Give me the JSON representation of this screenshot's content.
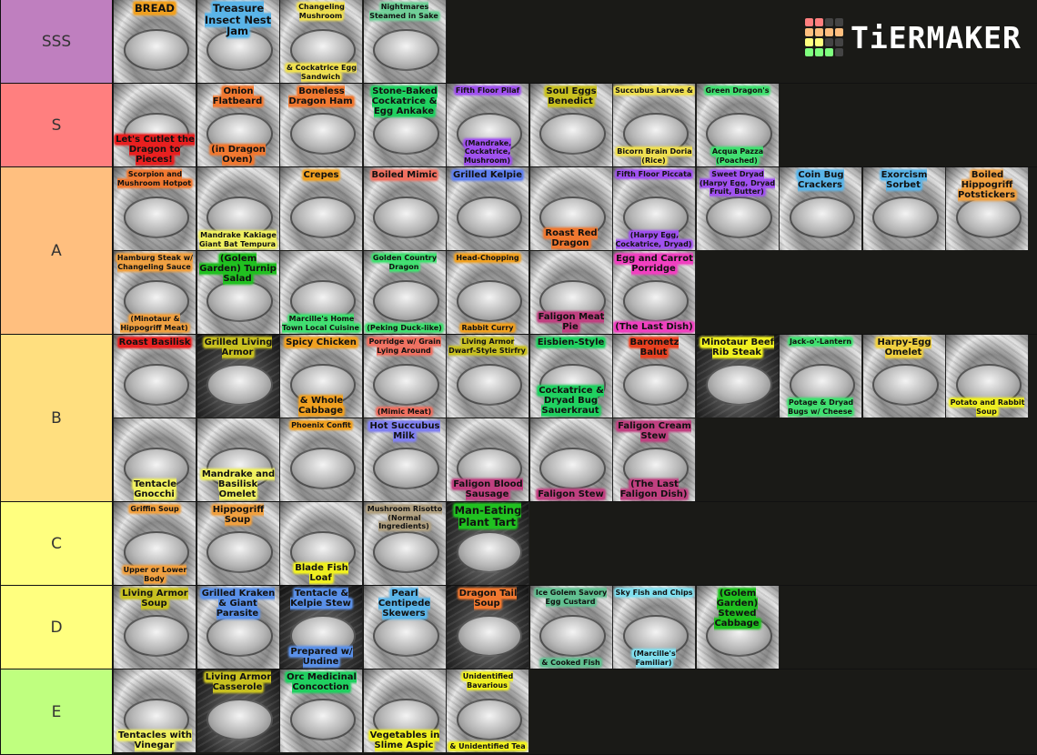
{
  "logo": {
    "text": "TiERMAKER",
    "grid_colors": [
      "#ff7f7f",
      "#ff7f7f",
      "#444444",
      "#444444",
      "#ffbf7f",
      "#ffbf7f",
      "#ffbf7f",
      "#ffbf7f",
      "#ffff7f",
      "#ffff7f",
      "#444444",
      "#444444",
      "#7fff7f",
      "#7fff7f",
      "#7fff7f",
      "#444444"
    ]
  },
  "tiers": [
    {
      "label": "SSS",
      "color": "#bf7fbf",
      "height": 92,
      "items": [
        {
          "top": "BREAD",
          "bottom": "",
          "color": "#f0a020",
          "size": "big"
        },
        {
          "top": "Treasure Insect Nest Jam",
          "bottom": "",
          "color": "#5ab4e8",
          "size": "big"
        },
        {
          "top": "Changeling Mushroom",
          "bottom": "& Cockatrice Egg Sandwich",
          "color": "#f0e050",
          "size": "small"
        },
        {
          "top": "Nightmares Steamed in Sake",
          "bottom": "",
          "color": "#6fcf97",
          "size": "small"
        }
      ]
    },
    {
      "label": "S",
      "color": "#ff7f7f",
      "height": 92,
      "items": [
        {
          "top": "",
          "bottom": "Let's Cutlet the Dragon to Pieces!",
          "color": "#e82020",
          "size": ""
        },
        {
          "top": "Onion Flatbeard",
          "bottom": "(in Dragon Oven)",
          "color": "#f07830",
          "size": ""
        },
        {
          "top": "Boneless Dragon Ham",
          "bottom": "",
          "color": "#f07830",
          "size": ""
        },
        {
          "top": "Stone-Baked Cockatrice & Egg Ankake",
          "bottom": "",
          "color": "#20d060",
          "size": ""
        },
        {
          "top": "Fifth Floor Pilaf",
          "bottom": "(Mandrake, Cockatrice, Mushroom)",
          "color": "#a050f0",
          "size": "small"
        },
        {
          "top": "Soul Eggs Benedict",
          "bottom": "",
          "color": "#c8c020",
          "size": ""
        },
        {
          "top": "Succubus Larvae &",
          "bottom": "Bicorn Brain Doria (Rice)",
          "color": "#f0e050",
          "size": "small"
        },
        {
          "top": "Green Dragon's",
          "bottom": "Acqua Pazza (Poached)",
          "color": "#40e070",
          "size": "small"
        }
      ]
    },
    {
      "label": "A",
      "color": "#ffbf7f",
      "height": 184,
      "items": [
        {
          "top": "Scorpion and Mushroom Hotpot",
          "bottom": "",
          "color": "#f07830",
          "size": "small"
        },
        {
          "top": "",
          "bottom": "Mandrake Kakiage Giant Bat Tempura",
          "color": "#f0f060",
          "size": "small"
        },
        {
          "top": "Crepes",
          "bottom": "",
          "color": "#f0a020",
          "size": ""
        },
        {
          "top": "Boiled Mimic",
          "bottom": "",
          "color": "#f07060",
          "size": ""
        },
        {
          "top": "Grilled Kelpie",
          "bottom": "",
          "color": "#6080f0",
          "size": ""
        },
        {
          "top": "",
          "bottom": "Roast Red Dragon",
          "color": "#f07830",
          "size": ""
        },
        {
          "top": "Fifth Floor Piccata",
          "bottom": "(Harpy Egg, Cockatrice, Dryad)",
          "color": "#a050f0",
          "size": "small"
        },
        {
          "top": "Sweet Dryad (Harpy Egg, Dryad Fruit, Butter)",
          "bottom": "",
          "color": "#a050f0",
          "size": "small"
        },
        {
          "top": "Coin Bug Crackers",
          "bottom": "",
          "color": "#5ab4e8",
          "size": ""
        },
        {
          "top": "Exorcism Sorbet",
          "bottom": "",
          "color": "#5ab4e8",
          "size": ""
        },
        {
          "top": "Boiled Hippogriff Potstickers",
          "bottom": "",
          "color": "#f0a040",
          "size": ""
        },
        {
          "top": "Hamburg Steak w/ Changeling Sauce",
          "bottom": "(Minotaur & Hippogriff Meat)",
          "color": "#f0a040",
          "size": "small"
        },
        {
          "top": "(Golem Garden) Turnip Salad",
          "bottom": "",
          "color": "#20c020",
          "size": ""
        },
        {
          "top": "",
          "bottom": "Marcille's Home Town Local Cuisine",
          "color": "#40e070",
          "size": "small"
        },
        {
          "top": "Golden Country Dragon",
          "bottom": "(Peking Duck-like)",
          "color": "#40e070",
          "size": "small"
        },
        {
          "top": "Head-Chopping",
          "bottom": "Rabbit Curry",
          "color": "#f0a020",
          "size": "small"
        },
        {
          "top": "",
          "bottom": "Faligon Meat Pie",
          "color": "#c04080",
          "size": ""
        },
        {
          "top": "Egg and Carrot Porridge",
          "bottom": "(The Last Dish)",
          "color": "#f040c0",
          "size": ""
        }
      ]
    },
    {
      "label": "B",
      "color": "#ffdf7f",
      "height": 184,
      "items": [
        {
          "top": "Roast Basilisk",
          "bottom": "",
          "color": "#e82020",
          "size": ""
        },
        {
          "top": "Grilled Living Armor",
          "bottom": "",
          "color": "#c8c020",
          "size": ""
        },
        {
          "top": "Spicy Chicken",
          "bottom": "& Whole Cabbage",
          "color": "#f0a020",
          "size": ""
        },
        {
          "top": "Porridge w/ Grain Lying Around",
          "bottom": "(Mimic Meat)",
          "color": "#f07060",
          "size": "small"
        },
        {
          "top": "Living Armor Dwarf-Style Stirfry",
          "bottom": "",
          "color": "#c8c020",
          "size": "small"
        },
        {
          "top": "Eisbien-Style",
          "bottom": "Cockatrice & Dryad Bug Sauerkraut",
          "color": "#20d060",
          "size": ""
        },
        {
          "top": "Barometz Balut",
          "bottom": "",
          "color": "#e84020",
          "size": ""
        },
        {
          "top": "Minotaur Beef Rib Steak",
          "bottom": "",
          "color": "#f0f020",
          "size": ""
        },
        {
          "top": "Jack-o'-Lantern",
          "bottom": "Potage & Dryad Bugs w/ Cheese",
          "color": "#40e070",
          "size": "small"
        },
        {
          "top": "Harpy-Egg Omelet",
          "bottom": "",
          "color": "#f0d040",
          "size": ""
        },
        {
          "top": "",
          "bottom": "Potato and Rabbit Soup",
          "color": "#f0f020",
          "size": "small"
        },
        {
          "top": "",
          "bottom": "Tentacle Gnocchi",
          "color": "#f0f060",
          "size": ""
        },
        {
          "top": "",
          "bottom": "Mandrake and Basilisk Omelet",
          "color": "#f0f060",
          "size": ""
        },
        {
          "top": "Phoenix Confit",
          "bottom": "",
          "color": "#f0a020",
          "size": "small"
        },
        {
          "top": "Hot Succubus Milk",
          "bottom": "",
          "color": "#8080f0",
          "size": ""
        },
        {
          "top": "",
          "bottom": "Faligon Blood Sausage",
          "color": "#c04080",
          "size": ""
        },
        {
          "top": "",
          "bottom": "Faligon Stew",
          "color": "#c04080",
          "size": ""
        },
        {
          "top": "Faligon Cream Stew",
          "bottom": "(The Last Faligon Dish)",
          "color": "#c04080",
          "size": ""
        }
      ]
    },
    {
      "label": "C",
      "color": "#ffff7f",
      "height": 92,
      "items": [
        {
          "top": "Griffin Soup",
          "bottom": "Upper or Lower Body",
          "color": "#f0a040",
          "size": "small"
        },
        {
          "top": "Hippogriff Soup",
          "bottom": "",
          "color": "#f0a040",
          "size": ""
        },
        {
          "top": "",
          "bottom": "Blade Fish Loaf",
          "color": "#f0f020",
          "size": ""
        },
        {
          "top": "Mushroom Risotto (Normal Ingredients)",
          "bottom": "",
          "color": "#b0a080",
          "size": "small"
        },
        {
          "top": "Man-Eating Plant Tart",
          "bottom": "",
          "color": "#20c020",
          "size": "big"
        }
      ]
    },
    {
      "label": "D",
      "color": "#ffff7f",
      "height": 92,
      "items": [
        {
          "top": "Living Armor Soup",
          "bottom": "",
          "color": "#c8c020",
          "size": ""
        },
        {
          "top": "Grilled Kraken & Giant Parasite",
          "bottom": "",
          "color": "#5a90e8",
          "size": ""
        },
        {
          "top": "Tentacle & Kelpie Stew",
          "bottom": "Prepared w/ Undine",
          "color": "#5a90e8",
          "size": ""
        },
        {
          "top": "Pearl Centipede Skewers",
          "bottom": "",
          "color": "#5ab4e8",
          "size": ""
        },
        {
          "top": "Dragon Tail Soup",
          "bottom": "",
          "color": "#f07830",
          "size": ""
        },
        {
          "top": "Ice Golem Savory Egg Custard",
          "bottom": "& Cooked Fish",
          "color": "#60c090",
          "size": "small"
        },
        {
          "top": "Sky Fish and Chips",
          "bottom": "(Marcille's Familiar)",
          "color": "#80e0f0",
          "size": "small"
        },
        {
          "top": "(Golem Garden) Stewed Cabbage",
          "bottom": "",
          "color": "#20c020",
          "size": ""
        }
      ]
    },
    {
      "label": "E",
      "color": "#bfff7f",
      "height": 94,
      "items": [
        {
          "top": "",
          "bottom": "Tentacles with Vinegar",
          "color": "#f0f060",
          "size": ""
        },
        {
          "top": "Living Armor Casserole",
          "bottom": "",
          "color": "#c8c020",
          "size": ""
        },
        {
          "top": "Orc Medicinal Concoction",
          "bottom": "",
          "color": "#20d060",
          "size": ""
        },
        {
          "top": "",
          "bottom": "Vegetables in Slime Aspic",
          "color": "#f0f020",
          "size": ""
        },
        {
          "top": "Unidentified Bavarious",
          "bottom": "& Unidentified Tea",
          "color": "#f0f020",
          "size": "small"
        }
      ]
    }
  ]
}
